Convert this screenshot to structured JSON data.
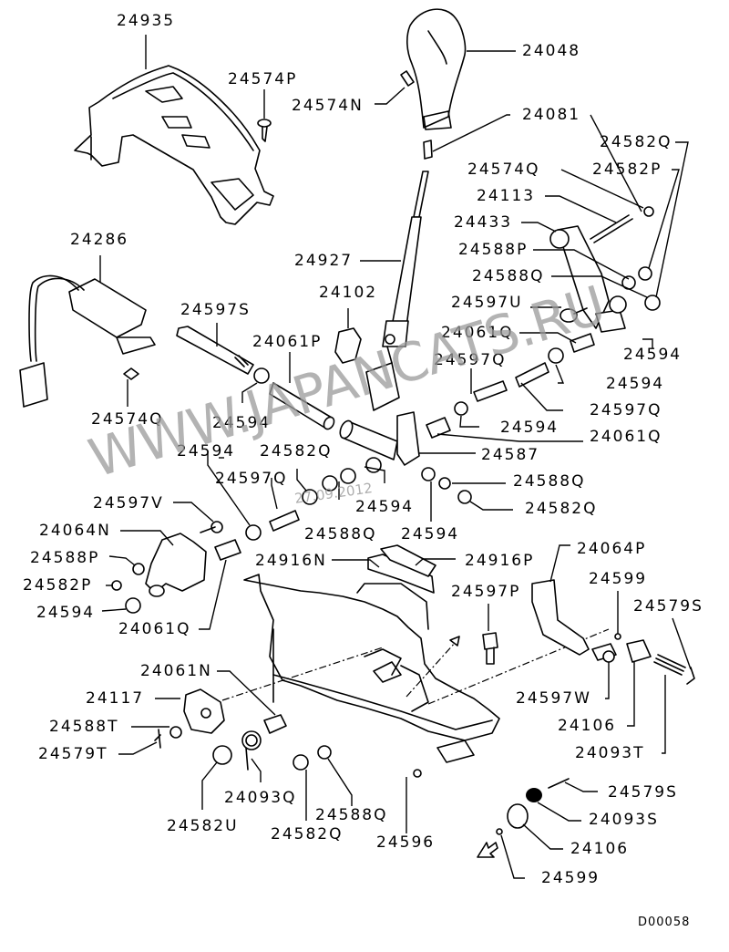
{
  "diagram": {
    "type": "exploded-parts-diagram",
    "reference_code": "D00058",
    "watermark": "WWW.JAPANCATS.RU",
    "watermark_date": "27.09.2012",
    "labels": [
      {
        "id": "l01",
        "text": "24935"
      },
      {
        "id": "l02",
        "text": "24574P"
      },
      {
        "id": "l03",
        "text": "24574N"
      },
      {
        "id": "l04",
        "text": "24048"
      },
      {
        "id": "l05",
        "text": "24081"
      },
      {
        "id": "l06",
        "text": "24582Q"
      },
      {
        "id": "l07",
        "text": "24574Q"
      },
      {
        "id": "l08",
        "text": "24582P"
      },
      {
        "id": "l09",
        "text": "24113"
      },
      {
        "id": "l10",
        "text": "24433"
      },
      {
        "id": "l11",
        "text": "24588P"
      },
      {
        "id": "l12",
        "text": "24588Q"
      },
      {
        "id": "l13",
        "text": "24597U"
      },
      {
        "id": "l14",
        "text": "24061Q"
      },
      {
        "id": "l15",
        "text": "24594"
      },
      {
        "id": "l16",
        "text": "24597Q"
      },
      {
        "id": "l17",
        "text": "24594"
      },
      {
        "id": "l18",
        "text": "24597Q"
      },
      {
        "id": "l19",
        "text": "24594"
      },
      {
        "id": "l20",
        "text": "24061Q"
      },
      {
        "id": "l21",
        "text": "24587"
      },
      {
        "id": "l22",
        "text": "24588Q"
      },
      {
        "id": "l23",
        "text": "24582Q"
      },
      {
        "id": "l24",
        "text": "24594"
      },
      {
        "id": "l25",
        "text": "24927"
      },
      {
        "id": "l26",
        "text": "24102"
      },
      {
        "id": "l27",
        "text": "24286"
      },
      {
        "id": "l28",
        "text": "24597S"
      },
      {
        "id": "l29",
        "text": "24061P"
      },
      {
        "id": "l30",
        "text": "24574Q"
      },
      {
        "id": "l31",
        "text": "24594"
      },
      {
        "id": "l32",
        "text": "24594"
      },
      {
        "id": "l33",
        "text": "24582Q"
      },
      {
        "id": "l34",
        "text": "24597Q"
      },
      {
        "id": "l35",
        "text": "24594"
      },
      {
        "id": "l36",
        "text": "24588Q"
      },
      {
        "id": "l37",
        "text": "24597V"
      },
      {
        "id": "l38",
        "text": "24064N"
      },
      {
        "id": "l39",
        "text": "24588P"
      },
      {
        "id": "l40",
        "text": "24582P"
      },
      {
        "id": "l41",
        "text": "24594"
      },
      {
        "id": "l42",
        "text": "24061Q"
      },
      {
        "id": "l43",
        "text": "24916N"
      },
      {
        "id": "l44",
        "text": "24916P"
      },
      {
        "id": "l45",
        "text": "24597P"
      },
      {
        "id": "l46",
        "text": "24064P"
      },
      {
        "id": "l47",
        "text": "24599"
      },
      {
        "id": "l48",
        "text": "24579S"
      },
      {
        "id": "l49",
        "text": "24061N"
      },
      {
        "id": "l50",
        "text": "24117"
      },
      {
        "id": "l51",
        "text": "24588T"
      },
      {
        "id": "l52",
        "text": "24579T"
      },
      {
        "id": "l53",
        "text": "24582U"
      },
      {
        "id": "l54",
        "text": "24093Q"
      },
      {
        "id": "l55",
        "text": "24582Q"
      },
      {
        "id": "l56",
        "text": "24588Q"
      },
      {
        "id": "l57",
        "text": "24596"
      },
      {
        "id": "l58",
        "text": "24597W"
      },
      {
        "id": "l59",
        "text": "24106"
      },
      {
        "id": "l60",
        "text": "24093T"
      },
      {
        "id": "l61",
        "text": "24579S"
      },
      {
        "id": "l62",
        "text": "24093S"
      },
      {
        "id": "l63",
        "text": "24106"
      },
      {
        "id": "l64",
        "text": "24599"
      }
    ]
  }
}
